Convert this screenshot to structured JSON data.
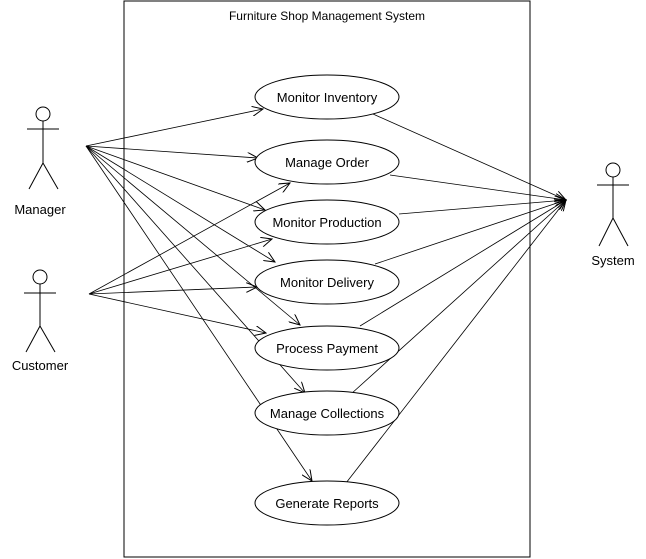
{
  "system_boundary": {
    "title": "Furniture Shop Management System"
  },
  "actors": {
    "manager": {
      "label": "Manager"
    },
    "customer": {
      "label": "Customer"
    },
    "system": {
      "label": "System"
    }
  },
  "use_cases": [
    {
      "id": "uc-monitor-inventory",
      "label": "Monitor Inventory"
    },
    {
      "id": "uc-manage-order",
      "label": "Manage Order"
    },
    {
      "id": "uc-monitor-production",
      "label": "Monitor Production"
    },
    {
      "id": "uc-monitor-delivery",
      "label": "Monitor Delivery"
    },
    {
      "id": "uc-process-payment",
      "label": "Process Payment"
    },
    {
      "id": "uc-manage-collections",
      "label": "Manage Collections"
    },
    {
      "id": "uc-generate-reports",
      "label": "Generate Reports"
    }
  ],
  "associations": {
    "manager": [
      "uc-monitor-inventory",
      "uc-manage-order",
      "uc-monitor-production",
      "uc-monitor-delivery",
      "uc-process-payment",
      "uc-manage-collections",
      "uc-generate-reports"
    ],
    "customer": [
      "uc-manage-order",
      "uc-monitor-production",
      "uc-monitor-delivery",
      "uc-process-payment"
    ],
    "system": [
      "uc-monitor-inventory",
      "uc-manage-order",
      "uc-monitor-production",
      "uc-monitor-delivery",
      "uc-process-payment",
      "uc-manage-collections",
      "uc-generate-reports"
    ]
  }
}
